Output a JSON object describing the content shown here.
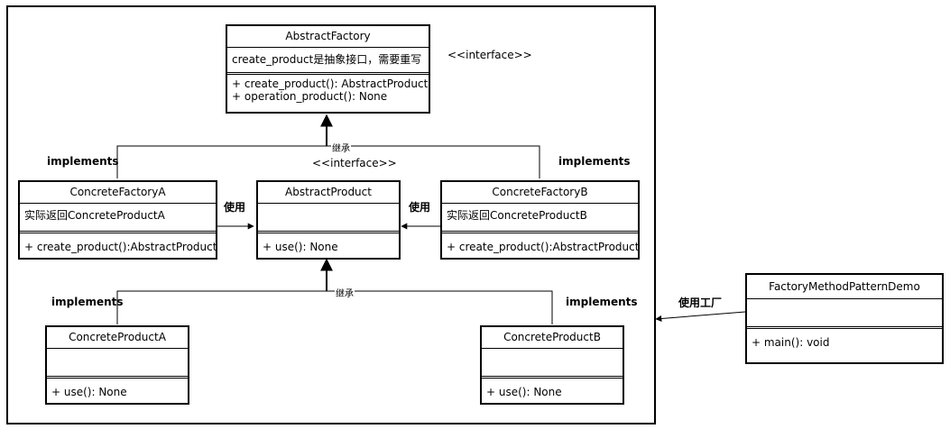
{
  "abstract_factory": {
    "name": "AbstractFactory",
    "attribute": "create_product是抽象接口，需要重写",
    "operations": [
      "+ create_product(): AbstractProduct",
      "+ operation_product(): None"
    ],
    "stereotype": "<<interface>>"
  },
  "abstract_product": {
    "name": "AbstractProduct",
    "attribute": "",
    "operations": [
      "+ use(): None"
    ],
    "stereotype": "<<interface>>"
  },
  "concrete_factory_a": {
    "name": "ConcreteFactoryA",
    "attribute": "实际返回ConcreteProductA",
    "operations": [
      "+ create_product():AbstractProduct"
    ]
  },
  "concrete_factory_b": {
    "name": "ConcreteFactoryB",
    "attribute": "实际返回ConcreteProductB",
    "operations": [
      "+ create_product():AbstractProduct"
    ]
  },
  "concrete_product_a": {
    "name": "ConcreteProductA",
    "attribute": "",
    "operations": [
      "+ use(): None"
    ]
  },
  "concrete_product_b": {
    "name": "ConcreteProductB",
    "attribute": "",
    "operations": [
      "+ use(): None"
    ]
  },
  "demo": {
    "name": "FactoryMethodPatternDemo",
    "attribute": "",
    "operations": [
      "+ main(): void"
    ]
  },
  "labels": {
    "implements_factory_a": "implements",
    "implements_factory_b": "implements",
    "implements_product_a": "implements",
    "implements_product_b": "implements",
    "inherit_factory": "继承",
    "inherit_product": "继承",
    "use_a": "使用",
    "use_b": "使用",
    "use_factory": "使用工厂"
  }
}
